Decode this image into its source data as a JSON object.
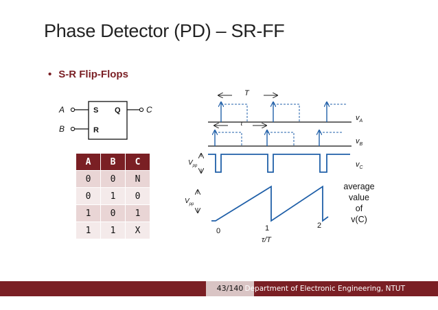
{
  "slide": {
    "title": "Phase Detector (PD) – SR-FF",
    "bullet": "S-R Flip-Flops",
    "page_number": "43/140",
    "department": "Department of Electronic Engineering, NTUT"
  },
  "flipflop": {
    "input_a": "A",
    "input_b": "B",
    "output_c": "C",
    "pin_s": "S",
    "pin_r": "R",
    "pin_q": "Q"
  },
  "truth_table": {
    "headers": [
      "A",
      "B",
      "C"
    ],
    "rows": [
      [
        "0",
        "0",
        "N"
      ],
      [
        "0",
        "1",
        "0"
      ],
      [
        "1",
        "0",
        "1"
      ],
      [
        "1",
        "1",
        "X"
      ]
    ]
  },
  "waveforms": {
    "period_label": "T",
    "tau_label": "τ",
    "va": "v",
    "va_sub": "A",
    "vb": "v",
    "vb_sub": "B",
    "vc": "v",
    "vc_sub": "C",
    "vpp": "V",
    "vpp_sub": "pp",
    "tick_0": "0",
    "tick_1": "1",
    "tick_2": "2",
    "x_axis_label": "τ/T",
    "average_label_lines": [
      "average",
      "value",
      "of",
      "v(C)"
    ]
  },
  "colors": {
    "accent": "#7a1f24",
    "wave_blue": "#1f5fa8",
    "text_dark": "#222222"
  }
}
